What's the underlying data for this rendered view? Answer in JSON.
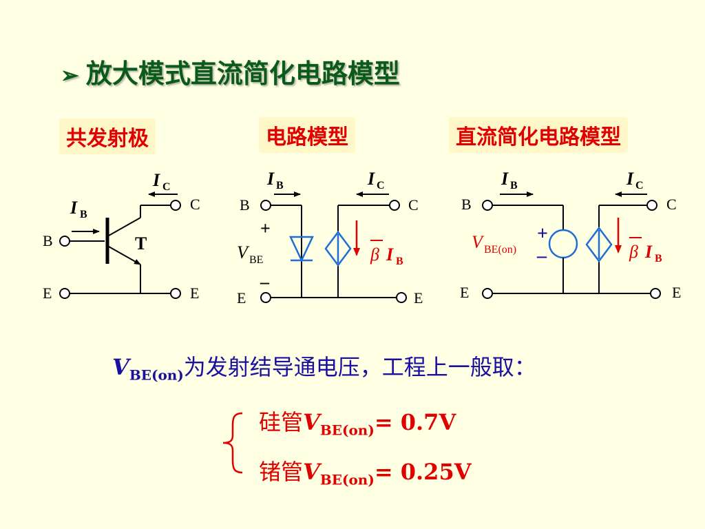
{
  "title": {
    "bullet": "➢",
    "text": "放大模式直流简化电路模型"
  },
  "boxes": {
    "left": "共发射极",
    "middle": "电路模型",
    "right": "直流简化电路模型"
  },
  "circuit1": {
    "ic_main": "I",
    "ic_sub": "C",
    "ib_main": "I",
    "ib_sub": "B",
    "node_c": "C",
    "node_b": "B",
    "node_e_left": "E",
    "node_e_right": "E",
    "transistor": "T"
  },
  "circuit2": {
    "ib_main": "I",
    "ib_sub": "B",
    "ic_main": "I",
    "ic_sub": "C",
    "node_b": "B",
    "node_c": "C",
    "node_e_left": "E",
    "node_e_right": "E",
    "plus": "+",
    "minus": "–",
    "vbe_main": "V",
    "vbe_sub": "BE",
    "beta": "β",
    "source_main": "I",
    "source_sub": "B"
  },
  "circuit3": {
    "ib_main": "I",
    "ib_sub": "B",
    "ic_main": "I",
    "ic_sub": "C",
    "node_b": "B",
    "node_c": "C",
    "node_e_left": "E",
    "node_e_right": "E",
    "plus": "+",
    "minus": "–",
    "vbeon_main": "V",
    "vbeon_sub": "BE(on)",
    "beta": "β",
    "source_main": "I",
    "source_sub": "B"
  },
  "note": {
    "v_main": "V",
    "v_sub": "BE(on)",
    "text": "为发射结导通电压，工程上一般取："
  },
  "values": {
    "si_label": "硅管",
    "si_main": "V",
    "si_sub": "BE(on)",
    "si_value": "= 0.7V",
    "ge_label": "锗管",
    "ge_main": "V",
    "ge_sub": "BE(on)",
    "ge_value": "= 0.25V"
  },
  "colors": {
    "background": "#ffffe3",
    "title": "#0a5a1a",
    "red": "#e00000",
    "blue": "#1a10a0",
    "source": "#1e6cd8"
  }
}
